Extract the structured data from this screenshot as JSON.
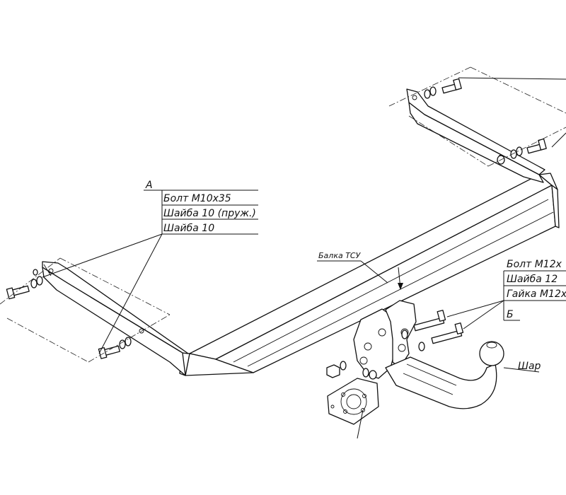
{
  "callout_a": {
    "letter": "А",
    "lines": [
      "Болт М10х35",
      "Шайба 10 (пруж.)",
      "Шайба 10"
    ]
  },
  "callout_b": {
    "letter": "Б",
    "lines": [
      "Болт М12х",
      "Шайба 12",
      "Гайка М12х"
    ]
  },
  "beam_label": "Балка ТСУ",
  "ball_label": "Шар"
}
